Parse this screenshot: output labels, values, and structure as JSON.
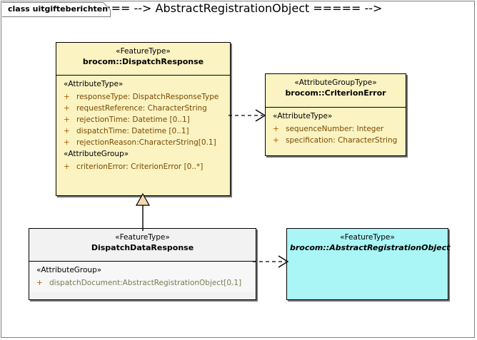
{
  "diagram": {
    "frame_label": "class uitgifteberichten",
    "colors": {
      "featuretype_fill": "#fbf3c2",
      "neutral_fill": "#f2f2f2",
      "abstract_fill": "#aaf5f5",
      "border": "#000000",
      "attribute_text": "#7a4a00",
      "visibility_marker": "#b06000",
      "generalization_fill": "#f5d9b0"
    }
  },
  "classes": {
    "dispatch_response": {
      "stereotype": "«FeatureType»",
      "name": "brocom::DispatchResponse",
      "compartments": [
        {
          "group": "«AttributeType»",
          "attributes": [
            {
              "visibility": "+",
              "text": "responseType: DispatchResponseType"
            },
            {
              "visibility": "+",
              "text": "requestReference: CharacterString"
            },
            {
              "visibility": "+",
              "text": "rejectionTime: Datetime [0..1]"
            },
            {
              "visibility": "+",
              "text": "dispatchTime: Datetime [0..1]"
            },
            {
              "visibility": "+",
              "text": "rejectionReason:CharacterString[0.1]"
            }
          ]
        },
        {
          "group": "«AttributeGroup»",
          "attributes": [
            {
              "visibility": "+",
              "text": "criterionError: CriterionError [0..*]"
            }
          ]
        }
      ]
    },
    "criterion_error": {
      "stereotype": "«AttributeGroupType»",
      "name": "brocom::CriterionError",
      "compartments": [
        {
          "group": "«AttributeType»",
          "attributes": [
            {
              "visibility": "+",
              "text": "sequenceNumber: Integer"
            },
            {
              "visibility": "+",
              "text": "specification: CharacterString"
            }
          ]
        }
      ]
    },
    "dispatch_data_response": {
      "stereotype": "«FeatureType»",
      "name": "DispatchDataResponse",
      "compartments": [
        {
          "group": "«AttributeGroup»",
          "attributes": [
            {
              "visibility": "+",
              "text": "dispatchDocument:AbstractRegistrationObject[0.1]"
            }
          ]
        }
      ]
    },
    "abstract_registration_object": {
      "stereotype": "«FeatureType»",
      "name": "brocom::AbstractRegistrationObject",
      "compartments": []
    }
  },
  "connectors": [
    {
      "kind": "dependency",
      "from": "dispatch_response",
      "to": "criterion_error"
    },
    {
      "kind": "generalization",
      "from": "dispatch_data_response",
      "to": "dispatch_response"
    },
    {
      "kind": "dependency",
      "from": "dispatch_data_response",
      "to": "abstract_registration_object"
    }
  ]
}
